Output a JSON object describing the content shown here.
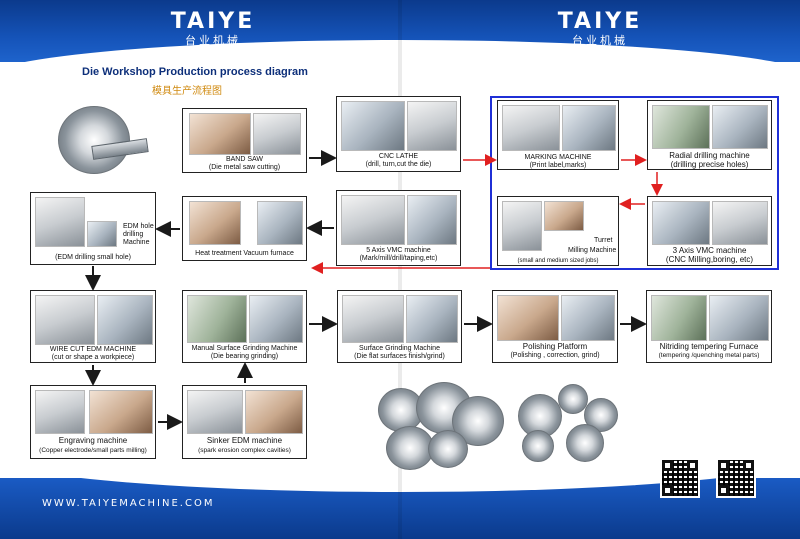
{
  "header": {
    "logo_en": "TAIYE",
    "logo_cn": "台业机械",
    "title_en": "Die Workshop Production process diagram",
    "title_cn": "模具生产流程图"
  },
  "footer": {
    "url": "WWW.TAIYEMACHINE.COM"
  },
  "steps": {
    "band_saw": {
      "line1": "BAND SAW",
      "line2": "(Die metal saw cutting)"
    },
    "cnc_lathe": {
      "line1": "CNC LATHE",
      "line2": "(drill, turn,cut the die)"
    },
    "marking": {
      "line1": "MARKING MACHINE",
      "line2": "(Print label,marks)"
    },
    "radial": {
      "line1": "Radial drilling machine",
      "line2": "(drilling precise holes)"
    },
    "vmc3": {
      "line1": "3 Axis VMC machine",
      "line2": "(CNC Milling,boring, etc)"
    },
    "turret": {
      "line1": "Turret",
      "line2": "Milling Machine",
      "line3": "(small and medium sized jobs)"
    },
    "vmc5": {
      "line1": "5 Axis VMC machine",
      "line2": "(Mark/mill/drill/taping,etc)"
    },
    "heat": {
      "line1": "Heat treatment  Vacuum furnace"
    },
    "edm_hole": {
      "line1": "EDM hole",
      "line2": "drilling",
      "line3": "Machine",
      "line4": "(EDM drilling small hole)"
    },
    "wire_cut": {
      "line1": "WIRE CUT EDM MACHINE",
      "line2": "(cut or shape a workpiece)"
    },
    "grinding": {
      "line1": "Manual Surface Grinding Machine",
      "line2": "(Die bearing grinding)"
    },
    "surface": {
      "line1": "Surface Grinding Machine",
      "line2": "(Die flat surfaces finish/grind)"
    },
    "polishing": {
      "line1": "Polishing Platform",
      "line2": "(Polishing , correction, grind)"
    },
    "nitriding": {
      "line1": "Nitriding tempering Furnace",
      "line2": "(tempering /quenching metal parts)"
    },
    "engraving": {
      "line1": "Engraving machine",
      "line2": "(Copper electrode/small parts milling)"
    },
    "sinker": {
      "line1": "Sinker EDM machine",
      "line2": "(spark erosion complex cavities)"
    }
  },
  "colors": {
    "brand_blue": "#1553b8",
    "arrow_dark": "#1a1a1a",
    "arrow_red": "#e02020",
    "highlight_border": "#1f2fd6"
  }
}
